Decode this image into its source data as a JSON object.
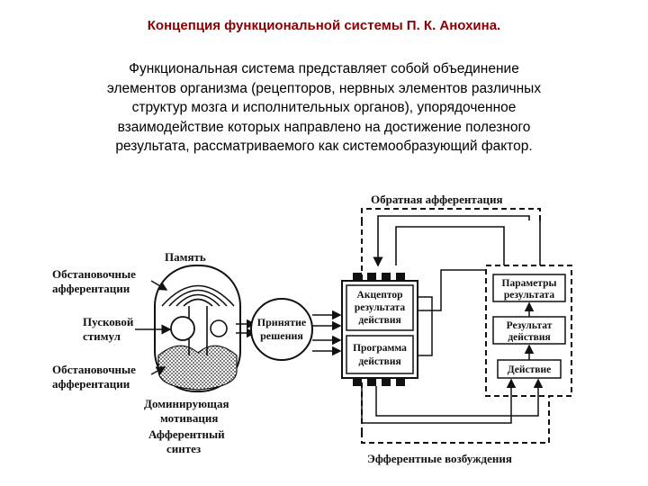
{
  "title": "Концепция функциональной системы П. К. Анохина.",
  "paragraph_lines": [
    "Функциональная система представляет собой объединение",
    "элементов организма (рецепторов, нервных элементов различных",
    "структур мозга и исполнительных органов), упорядоченное",
    "взаимодействие которых направлено на достижение полезного",
    "результата, рассматриваемого как системообразующий фактор."
  ],
  "diagram": {
    "feedback_label": "Обратная афферентация",
    "memory_label": "Память",
    "situational_top_1": "Обстановочные",
    "situational_top_2": "афферентации",
    "trigger_1": "Пусковой",
    "trigger_2": "стимул",
    "situational_bottom_1": "Обстановочные",
    "situational_bottom_2": "афферентации",
    "motivation_1": "Доминирующая",
    "motivation_2": "мотивация",
    "synthesis_1": "Афферентный",
    "synthesis_2": "синтез",
    "decision_1": "Принятие",
    "decision_2": "решения",
    "acceptor_1": "Акцептор",
    "acceptor_2": "результата",
    "acceptor_3": "действия",
    "program_1": "Программа",
    "program_2": "действия",
    "params_1": "Параметры",
    "params_2": "результата",
    "result_1": "Результат",
    "result_2": "действия",
    "action": "Действие",
    "efferent_label": "Эфферентные возбуждения"
  }
}
